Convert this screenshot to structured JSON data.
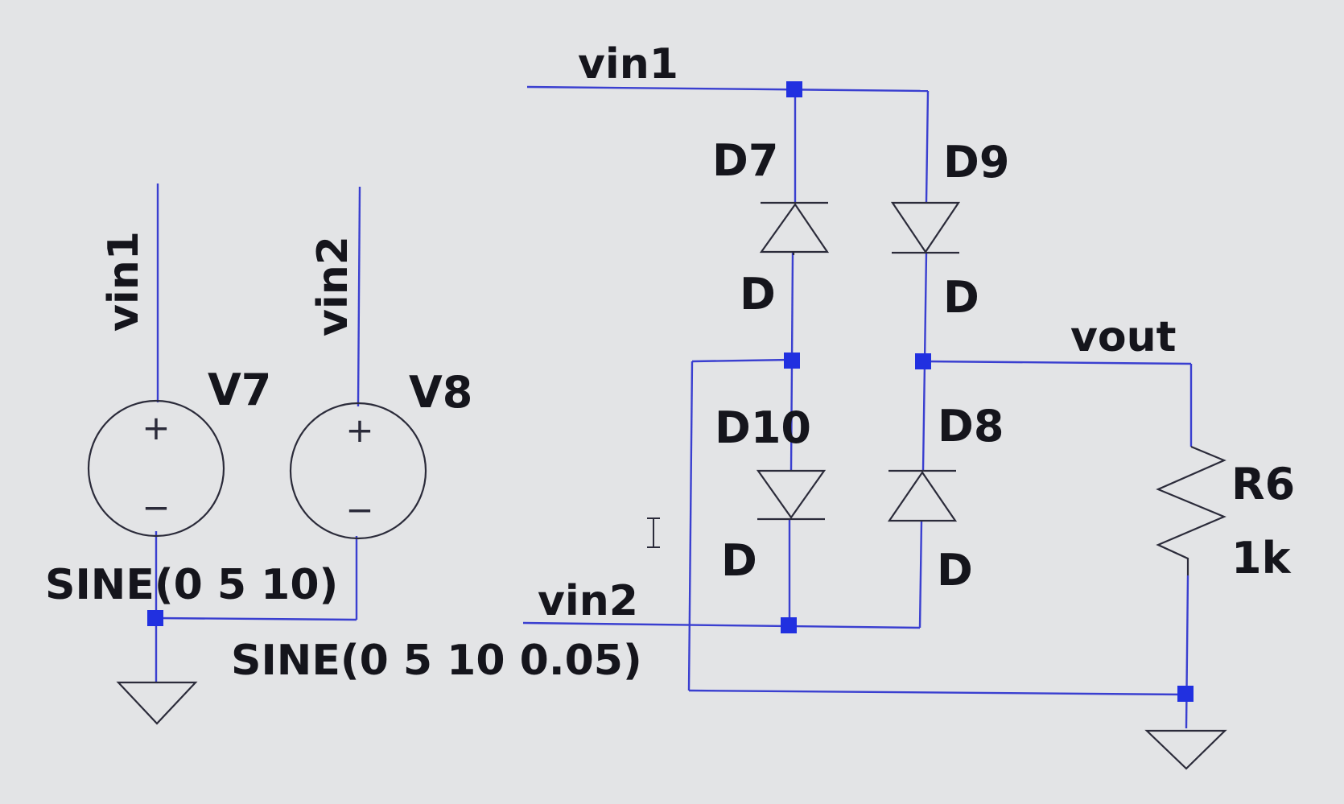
{
  "net_labels": {
    "vin1_top": "vin1",
    "vin1_vertical": "vin1",
    "vin2_vertical": "vin2",
    "vin2_bottom": "vin2",
    "vout": "vout"
  },
  "sources": [
    {
      "ref": "V7",
      "value": "SINE(0 5 10)",
      "plus": "+",
      "minus": "−"
    },
    {
      "ref": "V8",
      "value": "SINE(0 5 10 0.05)",
      "plus": "+",
      "minus": "−"
    }
  ],
  "diodes": [
    {
      "ref": "D7",
      "model": "D"
    },
    {
      "ref": "D9",
      "model": "D"
    },
    {
      "ref": "D10",
      "model": "D"
    },
    {
      "ref": "D8",
      "model": "D"
    }
  ],
  "resistor": {
    "ref": "R6",
    "value": "1k"
  },
  "colors": {
    "wire": "#3a3fd0",
    "junction": "#2130e0",
    "background": "#e3e4e6"
  }
}
